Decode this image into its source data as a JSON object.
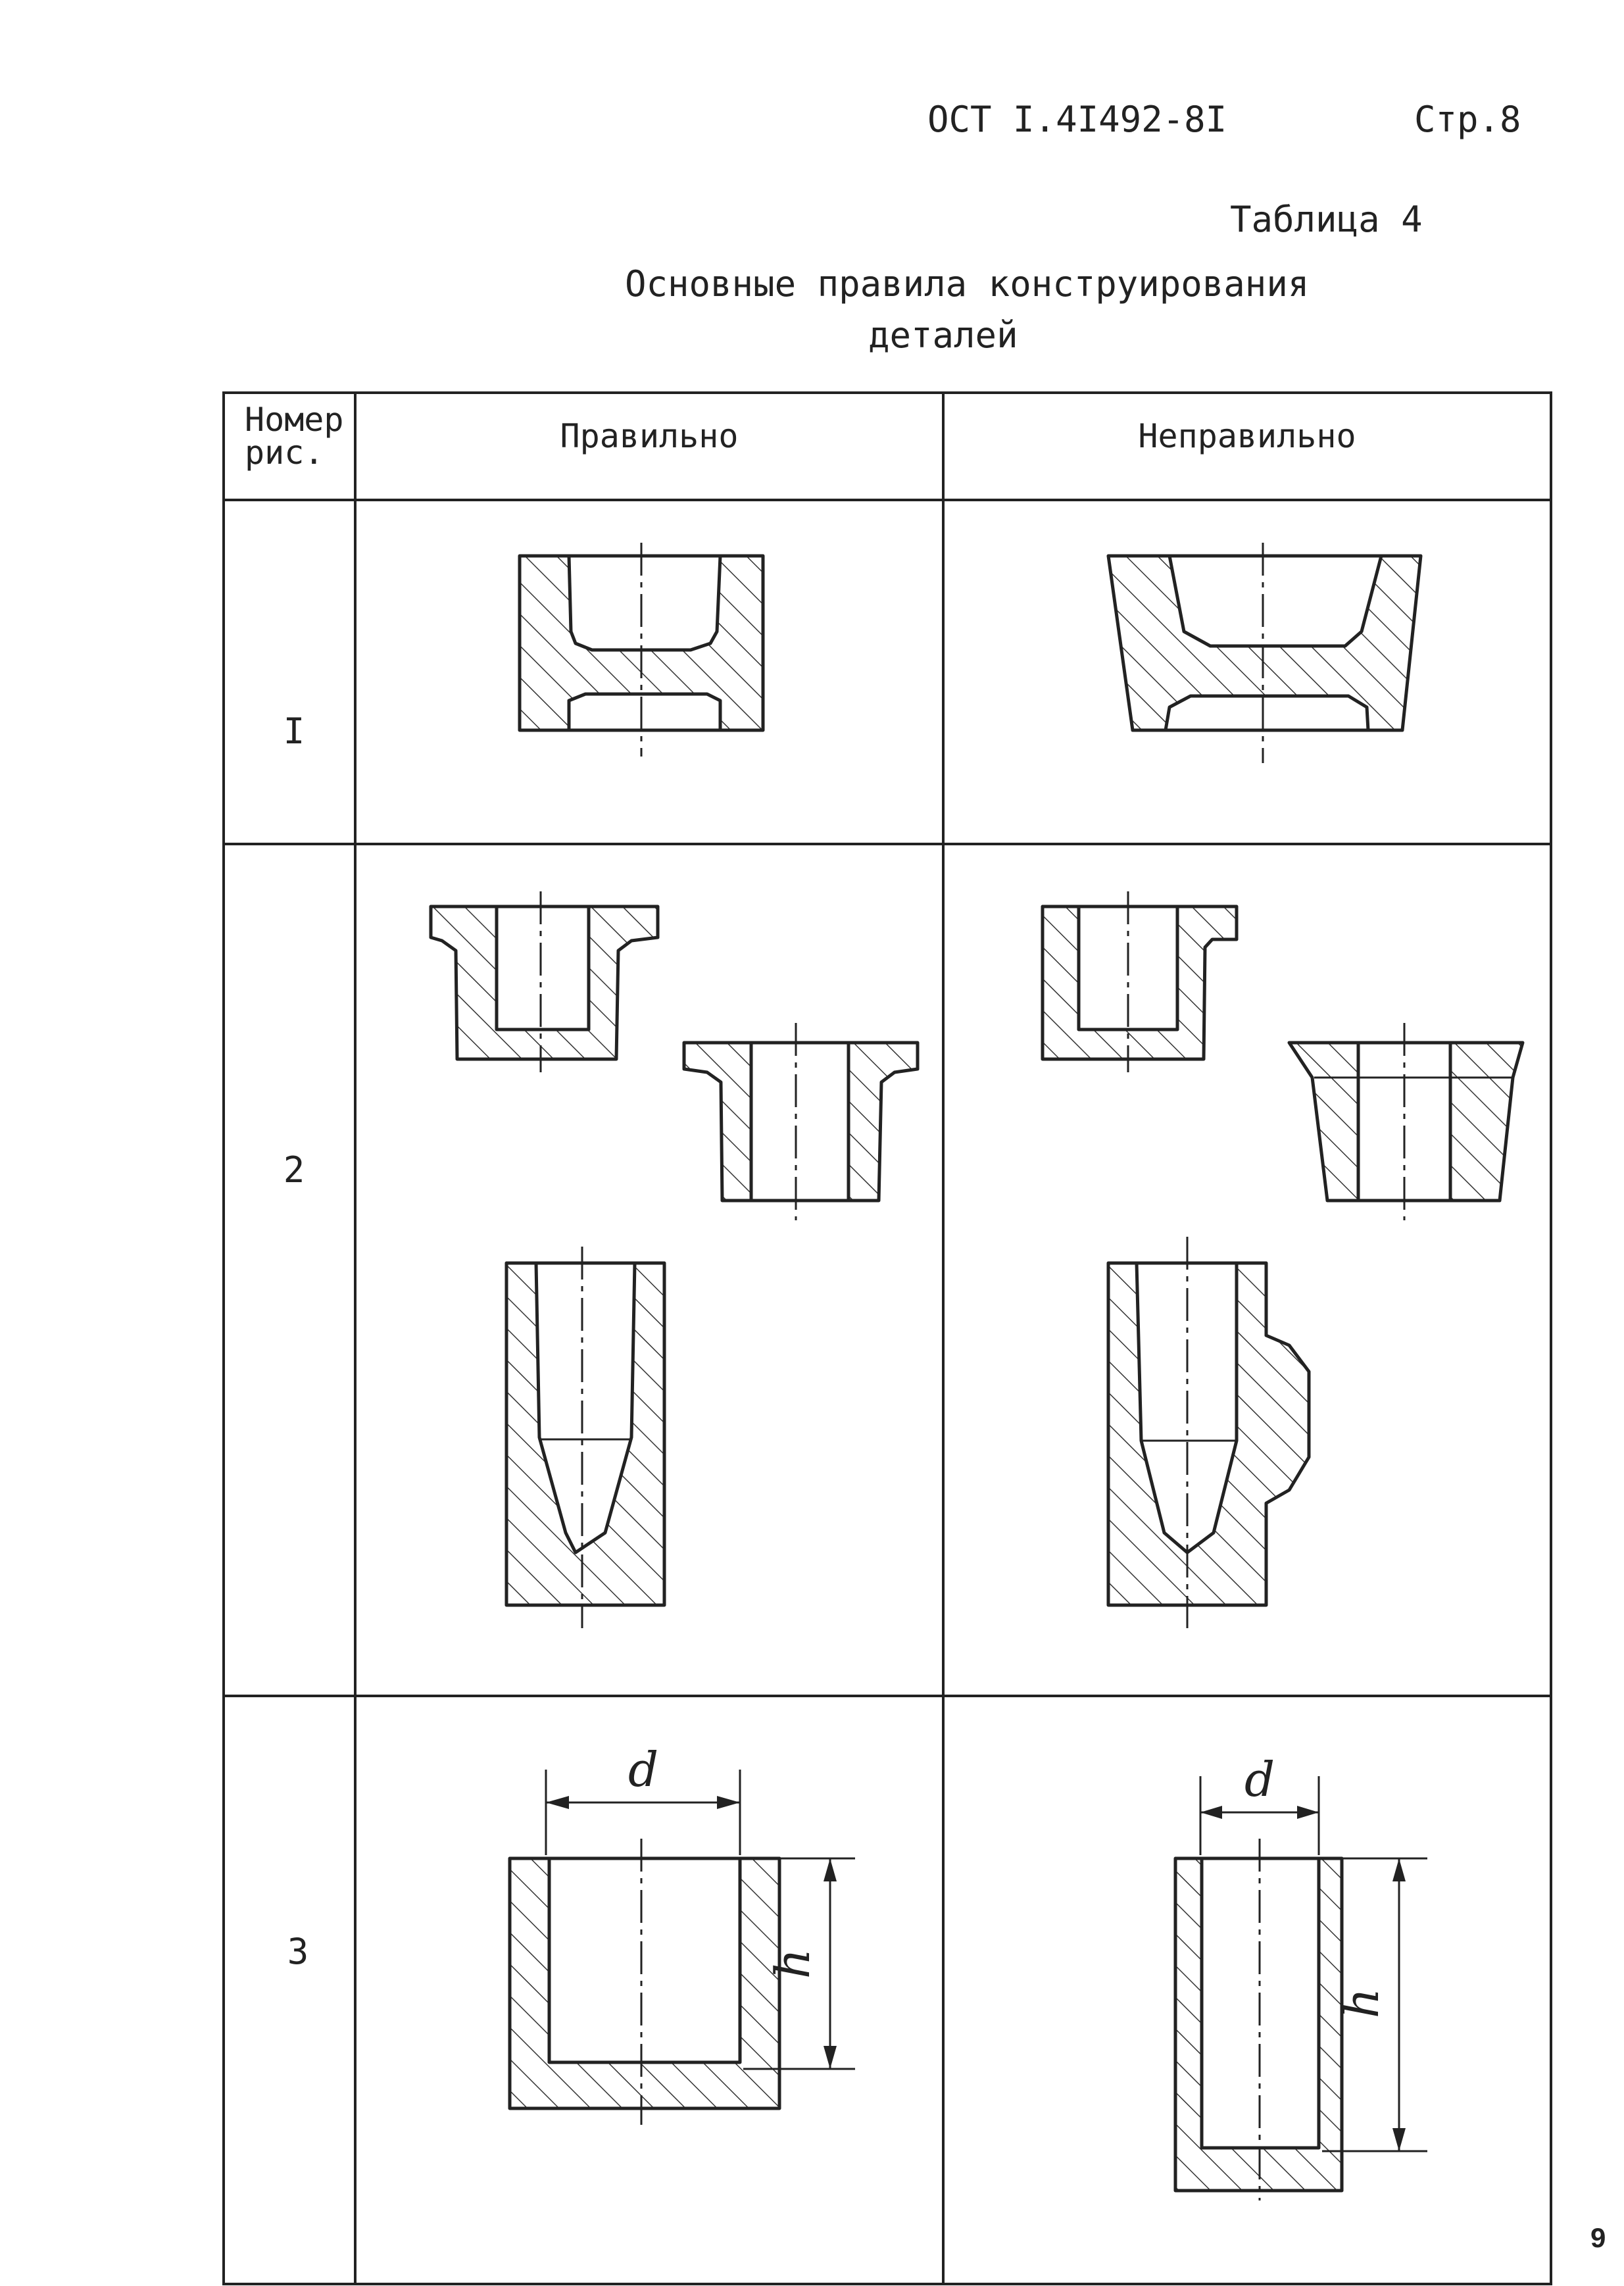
{
  "header": {
    "std_number": "ОСТ I.4I492-8I",
    "page": "Стр.8"
  },
  "table_label": "Таблица 4",
  "title": {
    "line1": "Основные правила конструирования",
    "line2": "деталей"
  },
  "table": {
    "columns": [
      "Номер рис.",
      "Правильно",
      "Неправильно"
    ],
    "col_number_line1": "Номер",
    "col_number_line2": "рис.",
    "rows": [
      {
        "number": "I"
      },
      {
        "number": "2"
      },
      {
        "number": "3"
      }
    ]
  },
  "dimensions": {
    "diameter": "d",
    "height": "h"
  },
  "scan_page_number": "9"
}
